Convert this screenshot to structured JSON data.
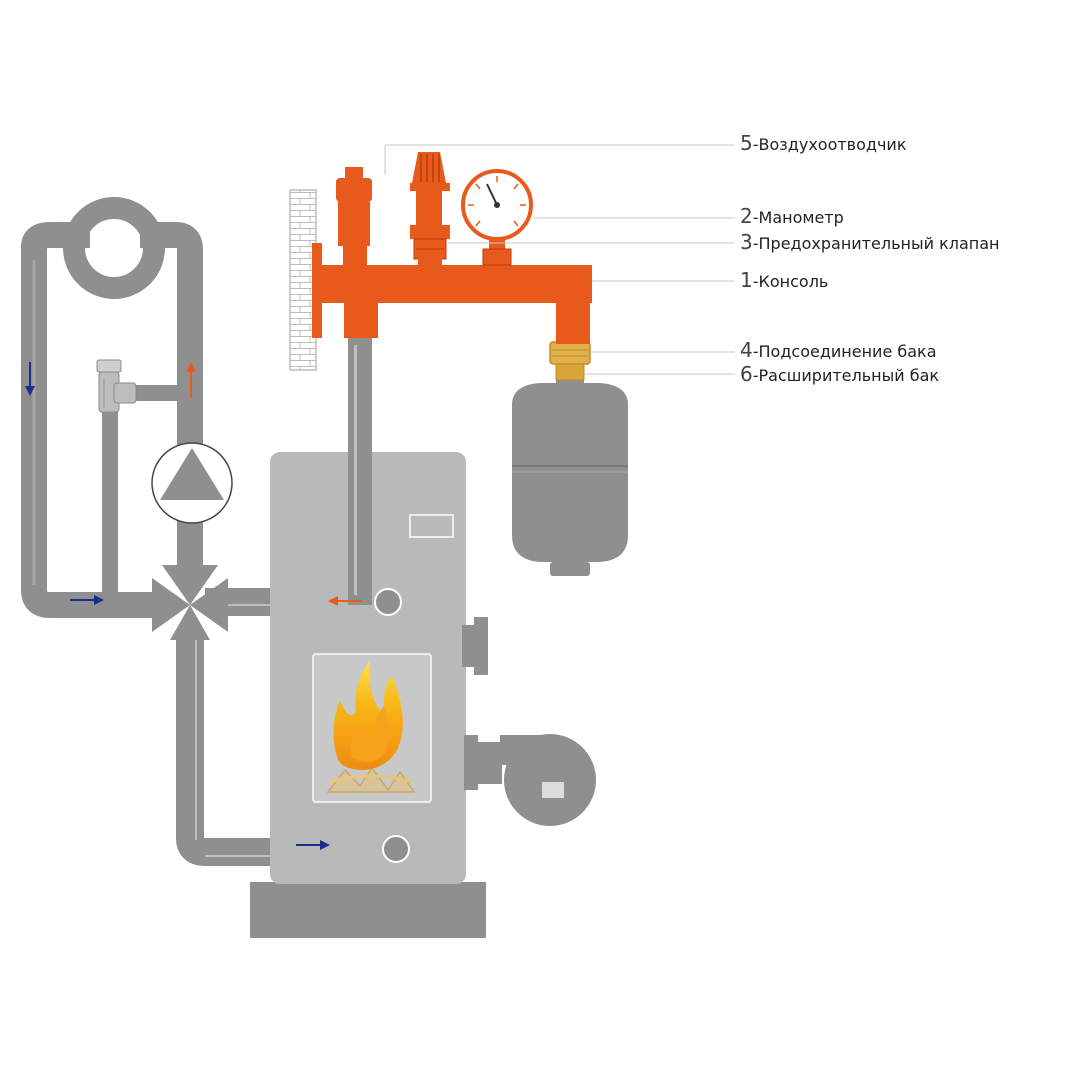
{
  "diagram": {
    "labels": [
      {
        "num": "5",
        "text": "-Воздухоотводчик"
      },
      {
        "num": "2",
        "text": "-Манометр"
      },
      {
        "num": "3",
        "text": "-Предохранительный клапан"
      },
      {
        "num": "1",
        "text": "-Консоль"
      },
      {
        "num": "4",
        "text": "-Подсоединение бака"
      },
      {
        "num": "6",
        "text": "-Расширительный бак"
      }
    ]
  },
  "colors": {
    "pipe": "#8f8f8f",
    "boiler": "#b9b9b9",
    "boiler_base": "#8f8f8f",
    "group": "#e85a1c",
    "brass": "#e0b14a",
    "flow_cold": "#1a2f8a",
    "flow_hot": "#e85a1c",
    "wall": "#d8d8d8"
  }
}
